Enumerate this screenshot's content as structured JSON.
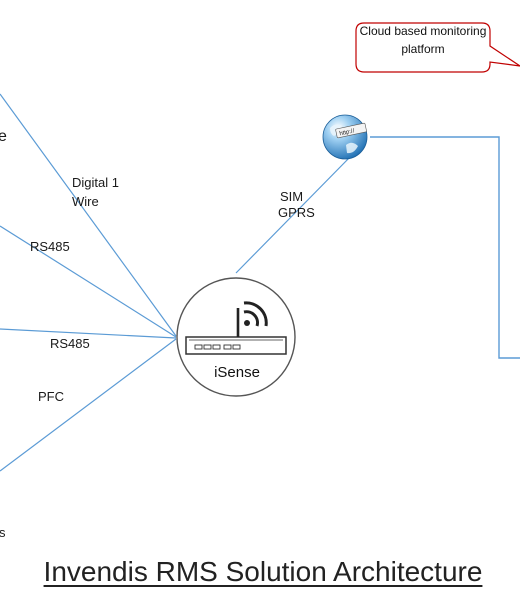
{
  "title": "Invendis RMS Solution Architecture",
  "hub": {
    "label": "iSense",
    "icon": "router-wifi-icon"
  },
  "cloud": {
    "callout": "Cloud based monitoring platform",
    "icon": "globe-http-icon"
  },
  "links": {
    "digital_1": "Digital 1",
    "digital_2": "Wire",
    "rs485_upper": "RS485",
    "rs485_lower": "RS485",
    "pfc": "PFC",
    "sim": "SIM",
    "gprs": "GPRS"
  },
  "edge_fragments": {
    "top_left": "e",
    "bottom_left": "s"
  },
  "colors": {
    "connector": "#5b9bd5",
    "callout_border": "#c00000",
    "hub_border": "#555555",
    "globe_blue": "#2e7fc0"
  }
}
